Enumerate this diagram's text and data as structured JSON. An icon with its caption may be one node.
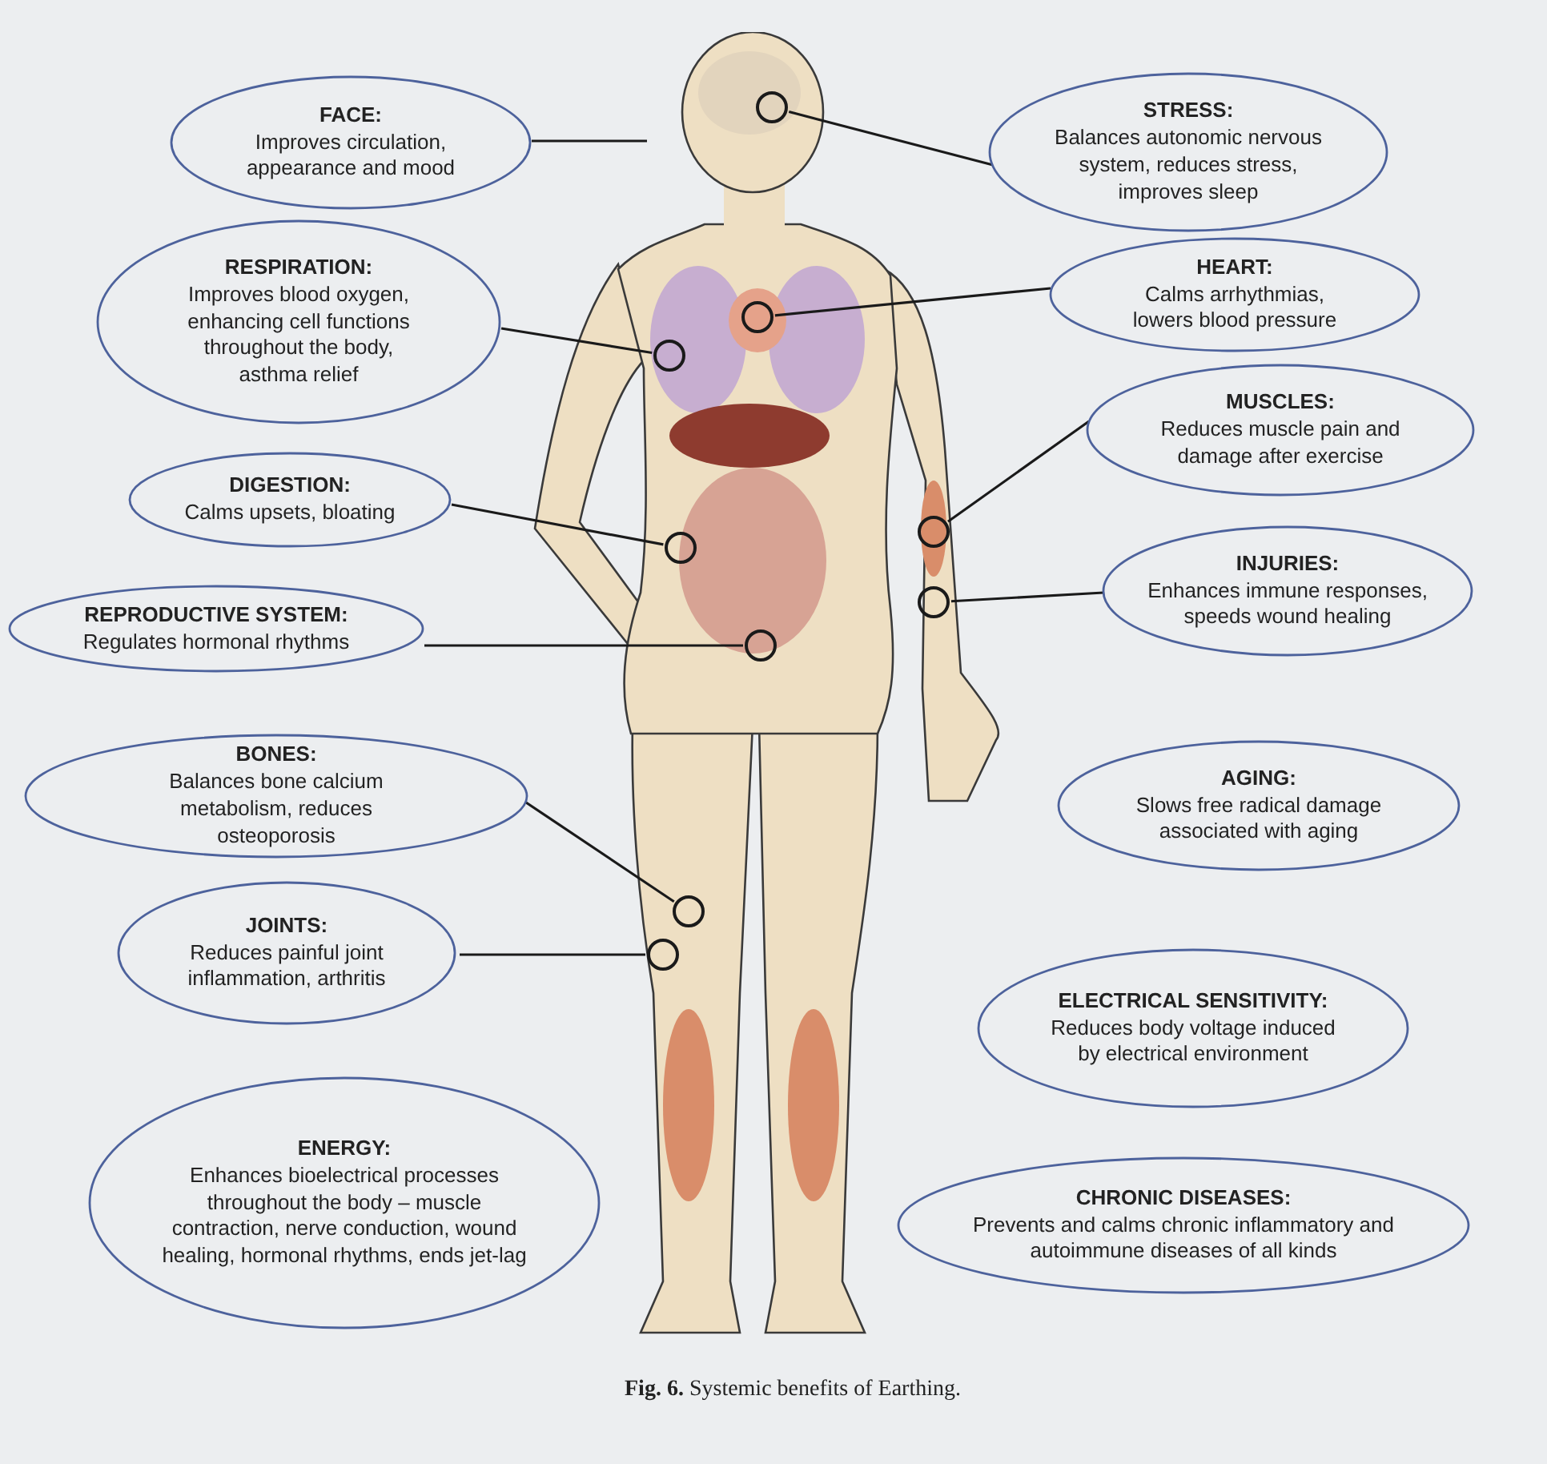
{
  "diagram": {
    "caption": "**Fig. 6.** Systemic benefits of Earthing.",
    "nodes": [
      {
        "text": [
          "FACE:",
          "Improves circulation, appearance and mood"
        ]
      },
      {
        "text": [
          "STRESS:",
          "Balances autonomic nervous system, reduces stress, improves sleep"
        ]
      },
      {
        "text": [
          "RESPIRATION:",
          "Improves blood oxygen, enhancing cell functions throughout the body, asthma relief"
        ]
      },
      {
        "text": [
          "HEART:",
          "Calms arrhythmias, lowers blood pressure"
        ]
      },
      {
        "text": [
          "MUSCLES:",
          "Reduces muscle pain and damage after exercise"
        ]
      },
      {
        "text": [
          "DIGESTION:",
          "Calms upsets, bloating"
        ]
      },
      {
        "text": [
          "INJURIES:",
          "Enhances immune responses, speeds wound healing"
        ]
      },
      {
        "text": [
          "REPRODUCTIVE SYSTEM:",
          "Regulates hormonal rhythms"
        ]
      },
      {
        "text": [
          "BONES:",
          "Balances bone calcium metabolism, reduces osteoporosis"
        ]
      },
      {
        "text": [
          "AGING:",
          "Slows free radical damage associated with aging"
        ]
      },
      {
        "text": [
          "JOINTS:",
          "Reduces painful joint inflammation, arthritis"
        ]
      },
      {
        "text": [
          "ELECTRICAL SENSITIVITY:",
          "Reduces body voltage induced by electrical environment"
        ]
      },
      {
        "text": [
          "ENERGY:",
          "Enhances bioelectrical processes throughout the body – muscle contraction, nerve conduction, wound healing, hormonal rhythms, ends jet-lag"
        ]
      },
      {
        "text": [
          "CHRONIC DISEASES:",
          "Prevents and calms chronic inflammatory and autoimmune diseases of all kinds"
        ]
      },
      {
        "text": [],
        "shape": "picture"
      },
      {
        "text": [],
        "shape": "circle",
        "in": 14
      },
      {
        "text": [],
        "shape": "circle",
        "in": 14
      },
      {
        "text": [],
        "shape": "circle",
        "in": 14
      },
      {
        "text": [],
        "shape": "circle",
        "in": 14
      },
      {
        "text": [],
        "shape": "circle",
        "in": 14
      },
      {
        "text": [],
        "shape": "circle",
        "in": 14
      },
      {
        "text": [],
        "shape": "circle",
        "in": 14
      },
      {
        "text": [],
        "shape": "circle",
        "in": 14
      },
      {
        "text": [],
        "shape": "circle",
        "in": 14
      }
    ],
    "edges": [
      {
        "from": 0,
        "to": 14,
        "arrow": "none"
      },
      {
        "from": 1,
        "to": 15,
        "arrow": "none"
      },
      {
        "from": 2,
        "to": 17,
        "arrow": "none"
      },
      {
        "from": 3,
        "to": 16,
        "arrow": "none"
      },
      {
        "from": 4,
        "to": 18,
        "arrow": "none"
      },
      {
        "from": 5,
        "to": 19,
        "arrow": "none"
      },
      {
        "from": 6,
        "to": 20,
        "arrow": "none"
      },
      {
        "from": 7,
        "to": 21,
        "arrow": "none"
      },
      {
        "from": 8,
        "to": 22,
        "arrow": "none"
      },
      {
        "from": 10,
        "to": 23,
        "arrow": "none"
      }
    ]
  }
}
